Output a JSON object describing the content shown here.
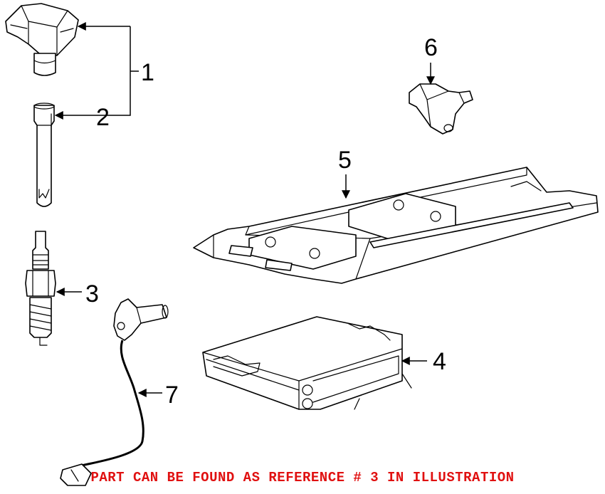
{
  "callouts": [
    {
      "id": 1,
      "label": "1"
    },
    {
      "id": 2,
      "label": "2"
    },
    {
      "id": 3,
      "label": "3"
    },
    {
      "id": 4,
      "label": "4"
    },
    {
      "id": 5,
      "label": "5"
    },
    {
      "id": 6,
      "label": "6"
    },
    {
      "id": 7,
      "label": "7"
    }
  ],
  "note": {
    "text": "PART CAN BE FOUND AS REFERENCE # 3 IN ILLUSTRATION",
    "color": "#e01010"
  }
}
